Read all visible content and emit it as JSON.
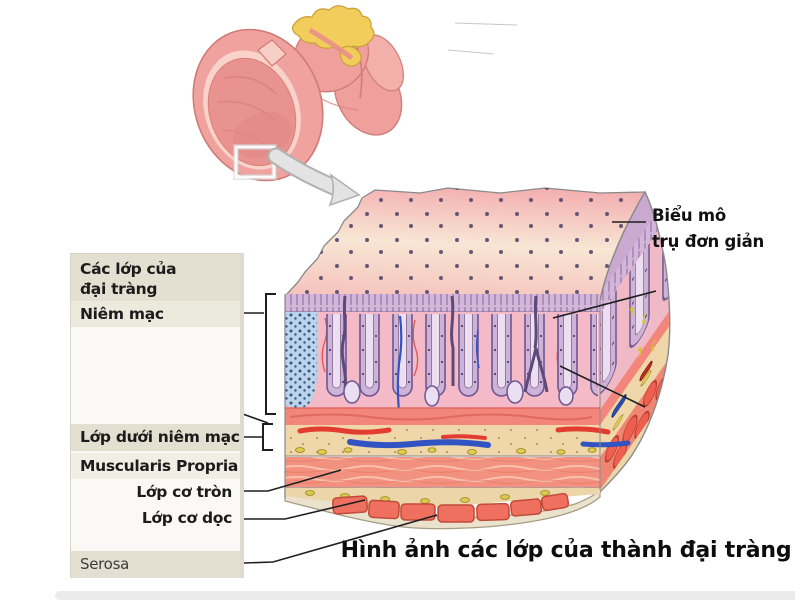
{
  "panel": {
    "header_line1": "Các lớp của",
    "header_line2": "đại tràng",
    "mucosa_label": "Niêm mạc",
    "submucosa_label": "Lớp dưới niêm mạc",
    "muscularis_label": "Muscularis Propria",
    "circular_label": "Lớp cơ tròn",
    "longitudinal_label": "Lớp cơ dọc",
    "serosa_label": "Serosa"
  },
  "annotations": {
    "epithelium_line1": "Biểu mô",
    "epithelium_line2": "trụ đơn giản"
  },
  "caption": "Hình ảnh các lớp của thành đại tràng",
  "icons": {
    "zoom_arrow": "curved-gray-arrow-down-right",
    "zoom_region_box": "white-rectangle-outline-on-colon"
  },
  "colors": {
    "panel_beige": "#e4e0d1",
    "panel_bg": "#faf9f6",
    "label_text": "#1b1b1b",
    "leader_line": "#1f1f1f",
    "colon_pink": "#f0a29f",
    "fat_yellow": "#f2cd5c",
    "top_face_pink": "#f3b0b1",
    "top_face_cream": "#f8e6d4",
    "mucosa_pink": "#f5bac7",
    "gland_purple": "#cdb3d8",
    "gland_outline": "#6e5690",
    "lymphoid_blue": "#bcd3ea",
    "muscularis_mucosae": "#f2867c",
    "submucosa_tan": "#efd7a9",
    "vessel_red": "#e23c30",
    "vessel_blue": "#3253c2",
    "circular_muscle": "#f2917f",
    "bundle_red": "#ee5f50",
    "serosa_beige": "#ebe2cd",
    "arrow_gray": "#e3e3e3"
  }
}
